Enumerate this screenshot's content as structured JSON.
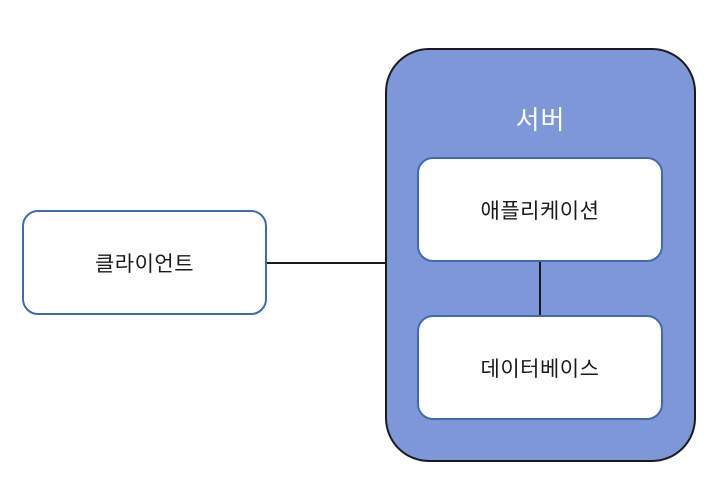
{
  "diagram": {
    "nodes": {
      "client": {
        "label": "클라이언트"
      },
      "server": {
        "label": "서버"
      },
      "application": {
        "label": "애플리케이션"
      },
      "database": {
        "label": "데이터베이스"
      }
    },
    "edges": [
      {
        "from": "client",
        "to": "server",
        "style": "solid"
      },
      {
        "from": "application",
        "to": "database",
        "style": "solid"
      }
    ],
    "colors": {
      "node_fill": "#FFFFFF",
      "node_border": "#4169B1",
      "node_text": "#1A1A1A",
      "server_fill": "#7E97D8",
      "server_border": "#1A1A1A",
      "server_text": "#FFFFFF",
      "connector": "#1A1A1A",
      "page_background": "#FFFFFF"
    }
  }
}
